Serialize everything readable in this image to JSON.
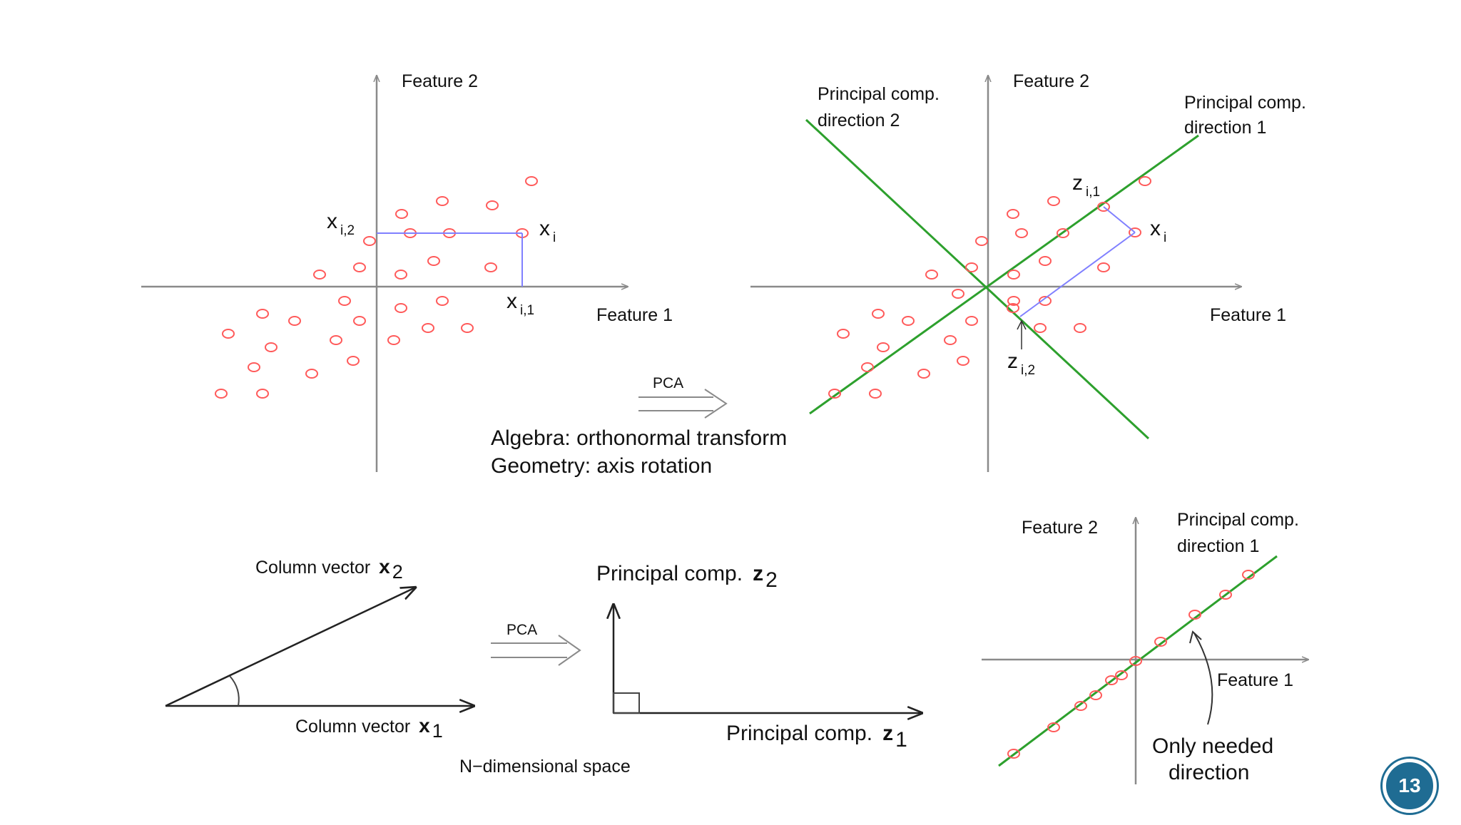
{
  "colors": {
    "axis": "#8a8a8a",
    "point": "#ff5a5a",
    "pc_line": "#2da02d",
    "projection": "#8080ff",
    "text": "#111111",
    "badge": "#1f6c93"
  },
  "top_left": {
    "feature2": "Feature 2",
    "feature1": "Feature 1",
    "xi": "x",
    "xi_sub": "i",
    "xi2": "x",
    "xi2_sub": "i,2",
    "xi1": "x",
    "xi1_sub": "i,1"
  },
  "top_right": {
    "feature2": "Feature 2",
    "feature1": "Feature 1",
    "pc2_line1": "Principal comp.",
    "pc2_line2": "direction 2",
    "pc1_line1": "Principal comp.",
    "pc1_line2": "direction 1",
    "xi": "x",
    "xi_sub": "i",
    "zi1": "z",
    "zi1_sub": "i,1",
    "zi2": "z",
    "zi2_sub": "i,2"
  },
  "pca_arrow_top": "PCA",
  "algebra": "Algebra: orthonormal transform",
  "geometry": "Geometry: axis rotation",
  "bottom_left": {
    "col2_text": "Column vector",
    "col2_sym": "x",
    "col2_sub": "2",
    "col1_text": "Column vector",
    "col1_sym": "x",
    "col1_sub": "1"
  },
  "pca_arrow_bottom": "PCA",
  "bottom_mid": {
    "pc2_text": "Principal comp.",
    "pc2_sym": "z",
    "pc2_sub": "2",
    "pc1_text": "Principal comp.",
    "pc1_sym": "z",
    "pc1_sub": "1",
    "caption": "N−dimensional space"
  },
  "bottom_right": {
    "feature2": "Feature 2",
    "feature1": "Feature 1",
    "pc1_line1": "Principal comp.",
    "pc1_line2": "direction 1",
    "needed_line1": "Only needed",
    "needed_line2": "direction"
  },
  "page_number": "13"
}
